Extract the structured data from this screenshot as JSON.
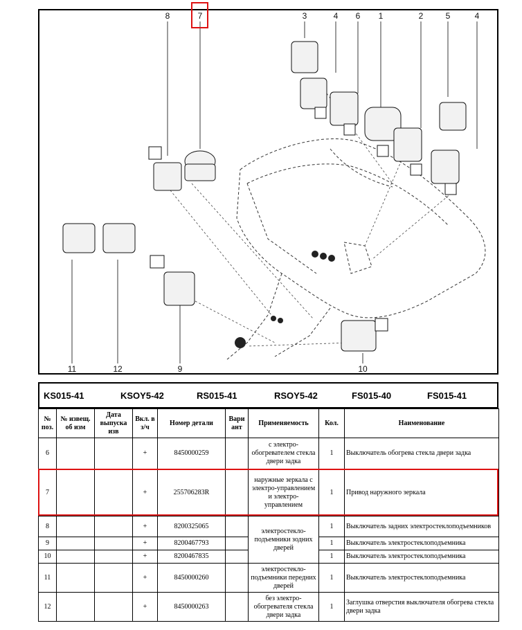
{
  "diagram": {
    "callouts": [
      "1",
      "2",
      "3",
      "4",
      "4",
      "5",
      "6",
      "7",
      "8",
      "9",
      "10",
      "11",
      "12"
    ],
    "highlight_color": "#d11111"
  },
  "models": [
    "KS015-41",
    "KSOY5-42",
    "RS015-41",
    "RSOY5-42",
    "FS015-40",
    "FS015-41"
  ],
  "table": {
    "headers": {
      "pos": "№ поз.",
      "notice": "№ извещ. об изм",
      "date": "Дата выпуска изв",
      "incl": "Вкл. в з/ч",
      "part": "Номер детали",
      "variant": "Вари ант",
      "applicability": "Применяемость",
      "qty": "Кол.",
      "name": "Наименование"
    },
    "rows": [
      {
        "pos": "6",
        "incl": "+",
        "part": "8450000259",
        "applic": "с электро-обогревателем стекла двери задка",
        "qty": "1",
        "name": "Выключатель обогрева стекла двери задка"
      },
      {
        "pos": "7",
        "incl": "+",
        "part": "255706283R",
        "applic": "наружные зеркала с электро-управлением и электро-управлением",
        "qty": "1",
        "name": "Привод наружного зеркала"
      },
      {
        "pos": "8",
        "incl": "+",
        "part": "8200325065",
        "applic": "электростекло-подъемники зодних дверей",
        "qty": "1",
        "name": "Выключатель задних электростеклоподъемников"
      },
      {
        "pos": "9",
        "incl": "+",
        "part": "8200467793",
        "qty": "1",
        "name": "Выключатель электростеклоподъемника"
      },
      {
        "pos": "10",
        "incl": "+",
        "part": "8200467835",
        "qty": "1",
        "name": "Выключатель электростеклоподъемника"
      },
      {
        "pos": "11",
        "incl": "+",
        "part": "8450000260",
        "applic": "электростекло-подъемники передних дверей",
        "qty": "1",
        "name": "Выключатель электростеклоподъемника"
      },
      {
        "pos": "12",
        "incl": "+",
        "part": "8450000263",
        "applic": "без электро-обогревателя стекла двери задка",
        "qty": "1",
        "name": "Заглушка отверстия выключателя обогрева стекла двери задка"
      }
    ]
  }
}
